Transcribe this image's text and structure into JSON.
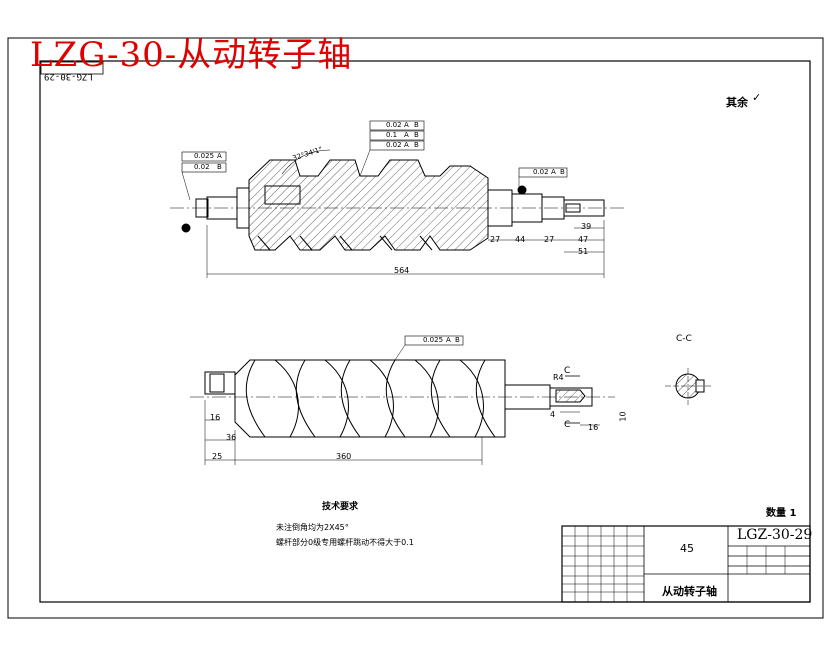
{
  "header": {
    "title": "LZG-30-从动转子轴",
    "drawing_code_rotated": "LZG-30-29"
  },
  "top_right_note": "其余",
  "top_view": {
    "tol_left": [
      "0.025",
      "A",
      "0.02",
      "B"
    ],
    "tol_center": [
      "0.02",
      "A",
      "B",
      "0.1",
      "A",
      "B",
      "0.02",
      "A",
      "B"
    ],
    "tol_right": [
      "0.02",
      "A",
      "B"
    ],
    "angle_label": "32°34'1\"",
    "dims_bottom": [
      "27",
      "44",
      "27",
      "47",
      "51",
      "564"
    ],
    "dims_right": [
      "39"
    ]
  },
  "side_view": {
    "tol": [
      "0.025",
      "A",
      "B"
    ],
    "dims": [
      "16",
      "36",
      "25",
      "360",
      "4",
      "16",
      "10",
      "R4"
    ],
    "labels": [
      "C",
      "C",
      "C-C"
    ]
  },
  "tech_req": {
    "heading": "技术要求",
    "lines": [
      "未注倒角均为2X45°",
      "螺杆部分0级专用螺杆跳动不得大于0.1"
    ]
  },
  "quantity": "数量 1",
  "title_block": {
    "material": "45",
    "drawing_no": "LGZ-30-29",
    "part_name": "从动转子轴"
  }
}
